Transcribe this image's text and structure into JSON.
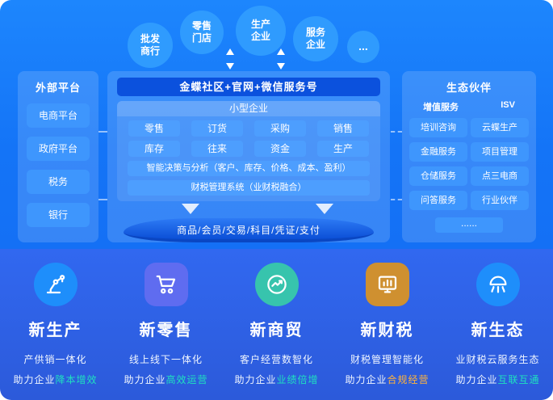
{
  "bubbles": [
    {
      "line1": "批发",
      "line2": "商行"
    },
    {
      "line1": "零售",
      "line2": "门店"
    },
    {
      "line1": "生产",
      "line2": "企业"
    },
    {
      "line1": "服务",
      "line2": "企业"
    },
    {
      "line1": "...",
      "line2": ""
    }
  ],
  "left_panel": {
    "title": "外部平台",
    "items": [
      "电商平台",
      "政府平台",
      "税务",
      "银行"
    ]
  },
  "center_panel": {
    "header": "金蝶社区+官网+微信服务号",
    "inner_title": "小型企业",
    "modules": [
      "零售",
      "订货",
      "采购",
      "销售",
      "库存",
      "往来",
      "资金",
      "生产"
    ],
    "analysis_bar": "智能决策与分析（客户、库存、价格、成本、盈利）",
    "fiscal_bar": "财税管理系统（业财税融合）",
    "database": "商品/会员/交易/科目/凭证/支付"
  },
  "right_panel": {
    "title": "生态伙伴",
    "col_headers": [
      "增值服务",
      "ISV"
    ],
    "value_services": [
      "培训咨询",
      "金融服务",
      "仓储服务",
      "问答服务"
    ],
    "isv_services": [
      "云蝶生产",
      "项目管理",
      "点三电商",
      "行业伙伴"
    ],
    "more": "......"
  },
  "bottom": {
    "columns": [
      {
        "icon": "robot-arm-icon",
        "title": "新生产",
        "line1": "产供销一体化",
        "line2_prefix": "助力企业",
        "line2_highlight": "降本增效",
        "icon_color": "#1e8efb",
        "highlight_color": "#1fe0c0"
      },
      {
        "icon": "cart-icon",
        "title": "新零售",
        "line1": "线上线下一体化",
        "line2_prefix": "助力企业",
        "line2_highlight": "高效运营",
        "icon_color": "#5f6cf0",
        "highlight_color": "#1fe0c0"
      },
      {
        "icon": "trend-icon",
        "title": "新商贸",
        "line1": "客户经营数智化",
        "line2_prefix": "助力企业",
        "line2_highlight": "业绩倍增",
        "icon_color": "#37c4ad",
        "highlight_color": "#1fe0c0"
      },
      {
        "icon": "bar-chart-icon",
        "title": "新财税",
        "line1": "财税管理智能化",
        "line2_prefix": "助力企业",
        "line2_highlight": "合规经营",
        "icon_color": "#cf9030",
        "highlight_color": "#ffb43c"
      },
      {
        "icon": "jellyfish-icon",
        "title": "新生态",
        "line1": "业财税云服务生态",
        "line2_prefix": "助力企业",
        "line2_highlight": "互联互通",
        "icon_color": "#1e8efb",
        "highlight_color": "#1fe0c0"
      }
    ]
  },
  "colors": {
    "top_background": "#1778fa",
    "bottom_background": "#2f60e5",
    "bubble": "#2f9bfe",
    "panel": "rgba(255,255,255,0.15)",
    "chip": "#4d9efe",
    "header_bar": "#0b51dd"
  }
}
